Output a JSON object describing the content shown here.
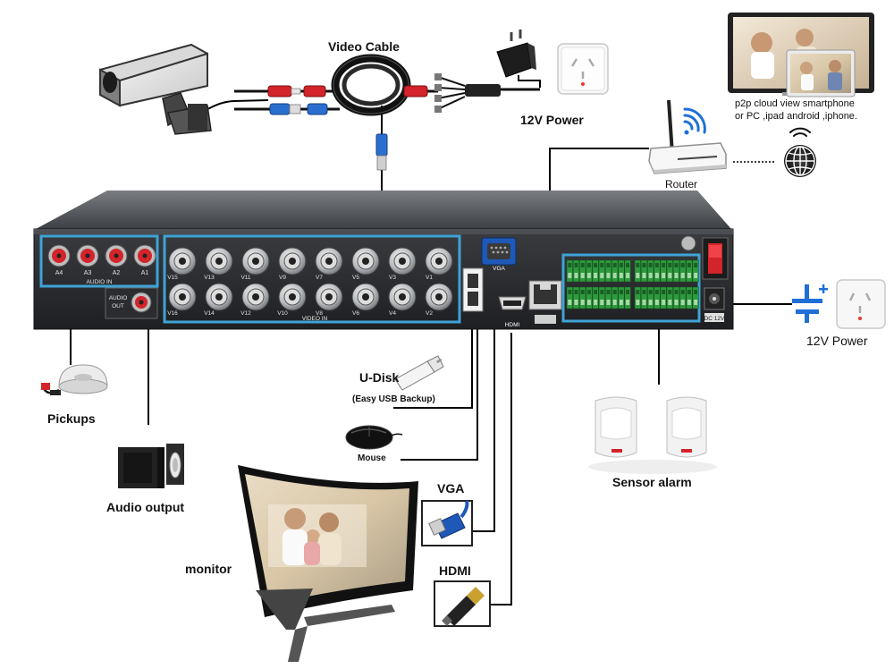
{
  "labels": {
    "video_cable": "Video Cable",
    "power_top": "12V Power",
    "p2p_line1": "p2p cloud view smartphone",
    "p2p_line2": "or PC ,ipad android ,iphone.",
    "router": "Router",
    "power_right": "12V Power",
    "udisk": "U-Disk",
    "udisk_sub": "(Easy USB Backup)",
    "mouse": "Mouse",
    "pickups": "Pickups",
    "audio_output": "Audio output",
    "sensor_alarm": "Sensor alarm",
    "vga": "VGA",
    "hdmi": "HDMI",
    "monitor": "monitor"
  },
  "panel": {
    "audio_in_ports": [
      "A4",
      "A3",
      "A2",
      "A1"
    ],
    "audio_in_label": "AUDIO IN",
    "audio_out_label_1": "AUDIO",
    "audio_out_label_2": "OUT",
    "video_ports_top": [
      "V15",
      "V13",
      "V11",
      "V9",
      "V7",
      "V5",
      "V3",
      "V1"
    ],
    "video_ports_bottom": [
      "V16",
      "V14",
      "V12",
      "V10",
      "V8",
      "V6",
      "V4",
      "V2"
    ],
    "video_in_label": "VIDEO IN",
    "vga_port_label": "VGA",
    "hdmi_port_label": "HDMI",
    "dc_label": "DC 12V"
  },
  "colors": {
    "highlight_blue": "#3fa3d6",
    "panel_dark": "#2f3135",
    "terminal_green": "#2e9a3e",
    "connector_red": "#d2242a",
    "connector_blue": "#2a6fd0",
    "wire": "#000000"
  },
  "icons": [
    "camera-icon",
    "coax-cable-icon",
    "power-adapter-icon",
    "wall-socket-icon",
    "router-icon",
    "wifi-icon",
    "globe-icon",
    "computer-icon",
    "tablet-icon",
    "dvr-icon",
    "usb-drive-icon",
    "mouse-icon",
    "microphone-icon",
    "speakers-icon",
    "monitor-icon",
    "vga-cable-icon",
    "hdmi-cable-icon",
    "pir-sensor-icon",
    "dc-power-symbol-icon"
  ]
}
